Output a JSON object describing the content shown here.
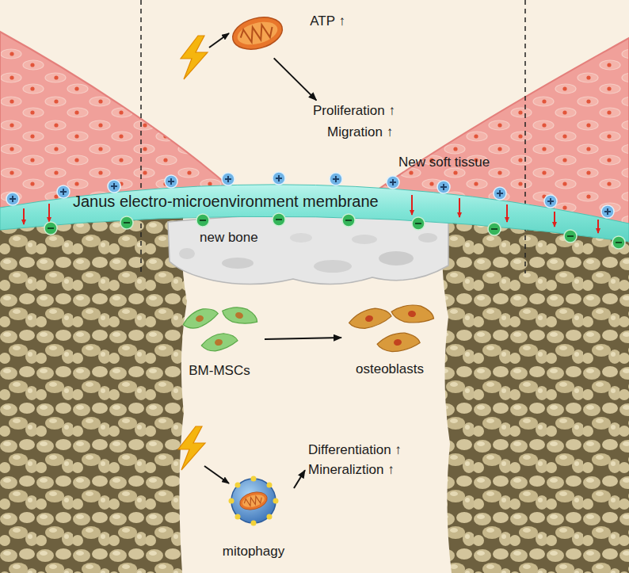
{
  "diagram": {
    "nodes": [
      {
        "text": [
          "ATP ↑"
        ]
      },
      {
        "text": [
          "Proliferation ↑",
          "Migration ↑"
        ]
      },
      {
        "text": [
          "Janus electro-microenvironment membrane"
        ]
      },
      {
        "text": [
          "new bone"
        ]
      },
      {
        "text": [
          "BM-MSCs"
        ]
      },
      {
        "text": [
          "osteoblasts"
        ]
      },
      {
        "text": [
          "Differentiation ↑",
          "Mineraliztion ↑"
        ]
      },
      {
        "text": [
          "mitophagy"
        ]
      }
    ],
    "edges": [
      {
        "from": 0,
        "to": 1,
        "arrow": "to"
      },
      {
        "from": 4,
        "to": 5,
        "arrow": "to"
      },
      {
        "from": 7,
        "to": 6,
        "arrow": "to"
      }
    ],
    "labels": [
      "New soft tissue"
    ]
  }
}
